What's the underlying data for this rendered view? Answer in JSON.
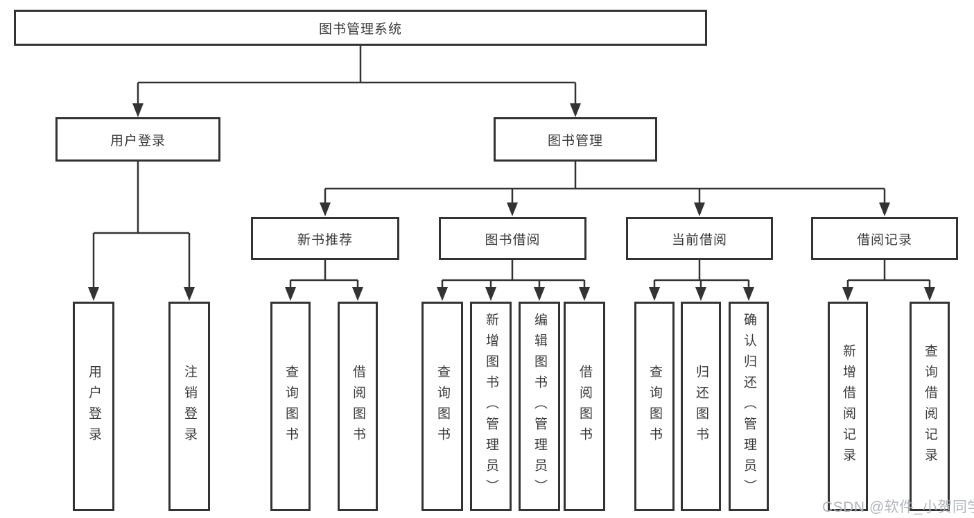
{
  "diagram_title": "图书管理系统",
  "tree": {
    "root": "图书管理系统",
    "children": [
      {
        "label": "用户登录",
        "children": [
          "用户登录",
          "注销登录"
        ]
      },
      {
        "label": "图书管理",
        "children": [
          {
            "label": "新书推荐",
            "children": [
              "查询图书",
              "借阅图书"
            ]
          },
          {
            "label": "图书借阅",
            "children": [
              "查询图书",
              "新增图书（管理员）",
              "编辑图书（管理员）",
              "借阅图书"
            ]
          },
          {
            "label": "当前借阅",
            "children": [
              "查询图书",
              "归还图书",
              "确认归还（管理员）"
            ]
          },
          {
            "label": "借阅记录",
            "children": [
              "新增借阅记录",
              "查询借阅记录"
            ]
          }
        ]
      }
    ]
  },
  "watermark": "CSDN @软件_小贺同学",
  "colors": {
    "line": "#333333",
    "box_border": "#333333",
    "text": "#3a3a3a",
    "background": "#ffffff",
    "watermark": "#b1b5ba"
  }
}
